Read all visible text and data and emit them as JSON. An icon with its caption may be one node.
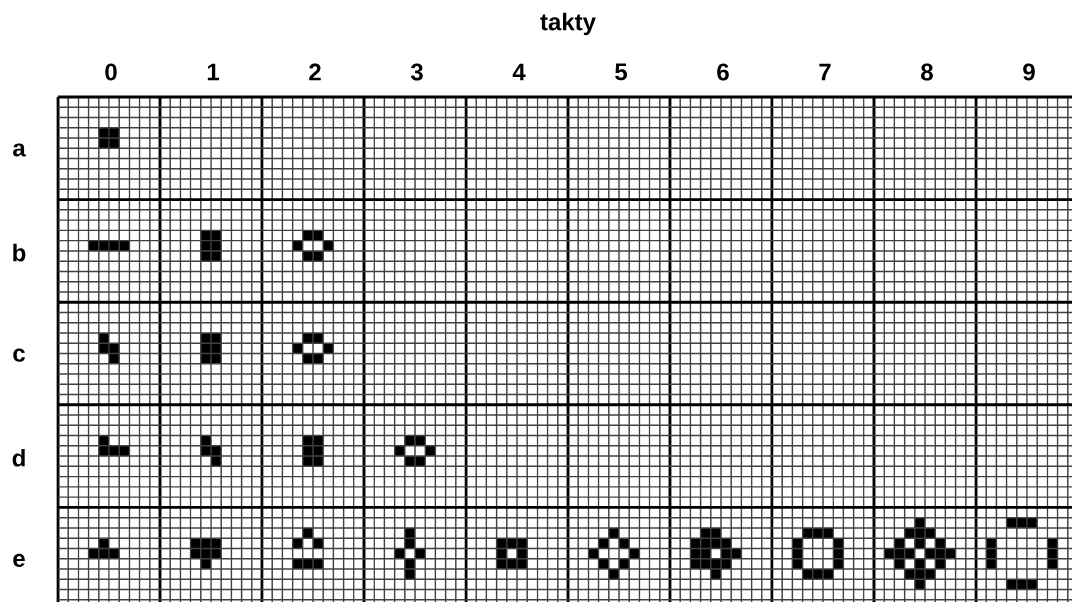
{
  "diagram": {
    "title": "takty",
    "labels": [
      "0",
      "1",
      "2",
      "3",
      "4",
      "5",
      "6",
      "7",
      "8",
      "9",
      "a",
      "b",
      "c",
      "d",
      "e"
    ]
  }
}
